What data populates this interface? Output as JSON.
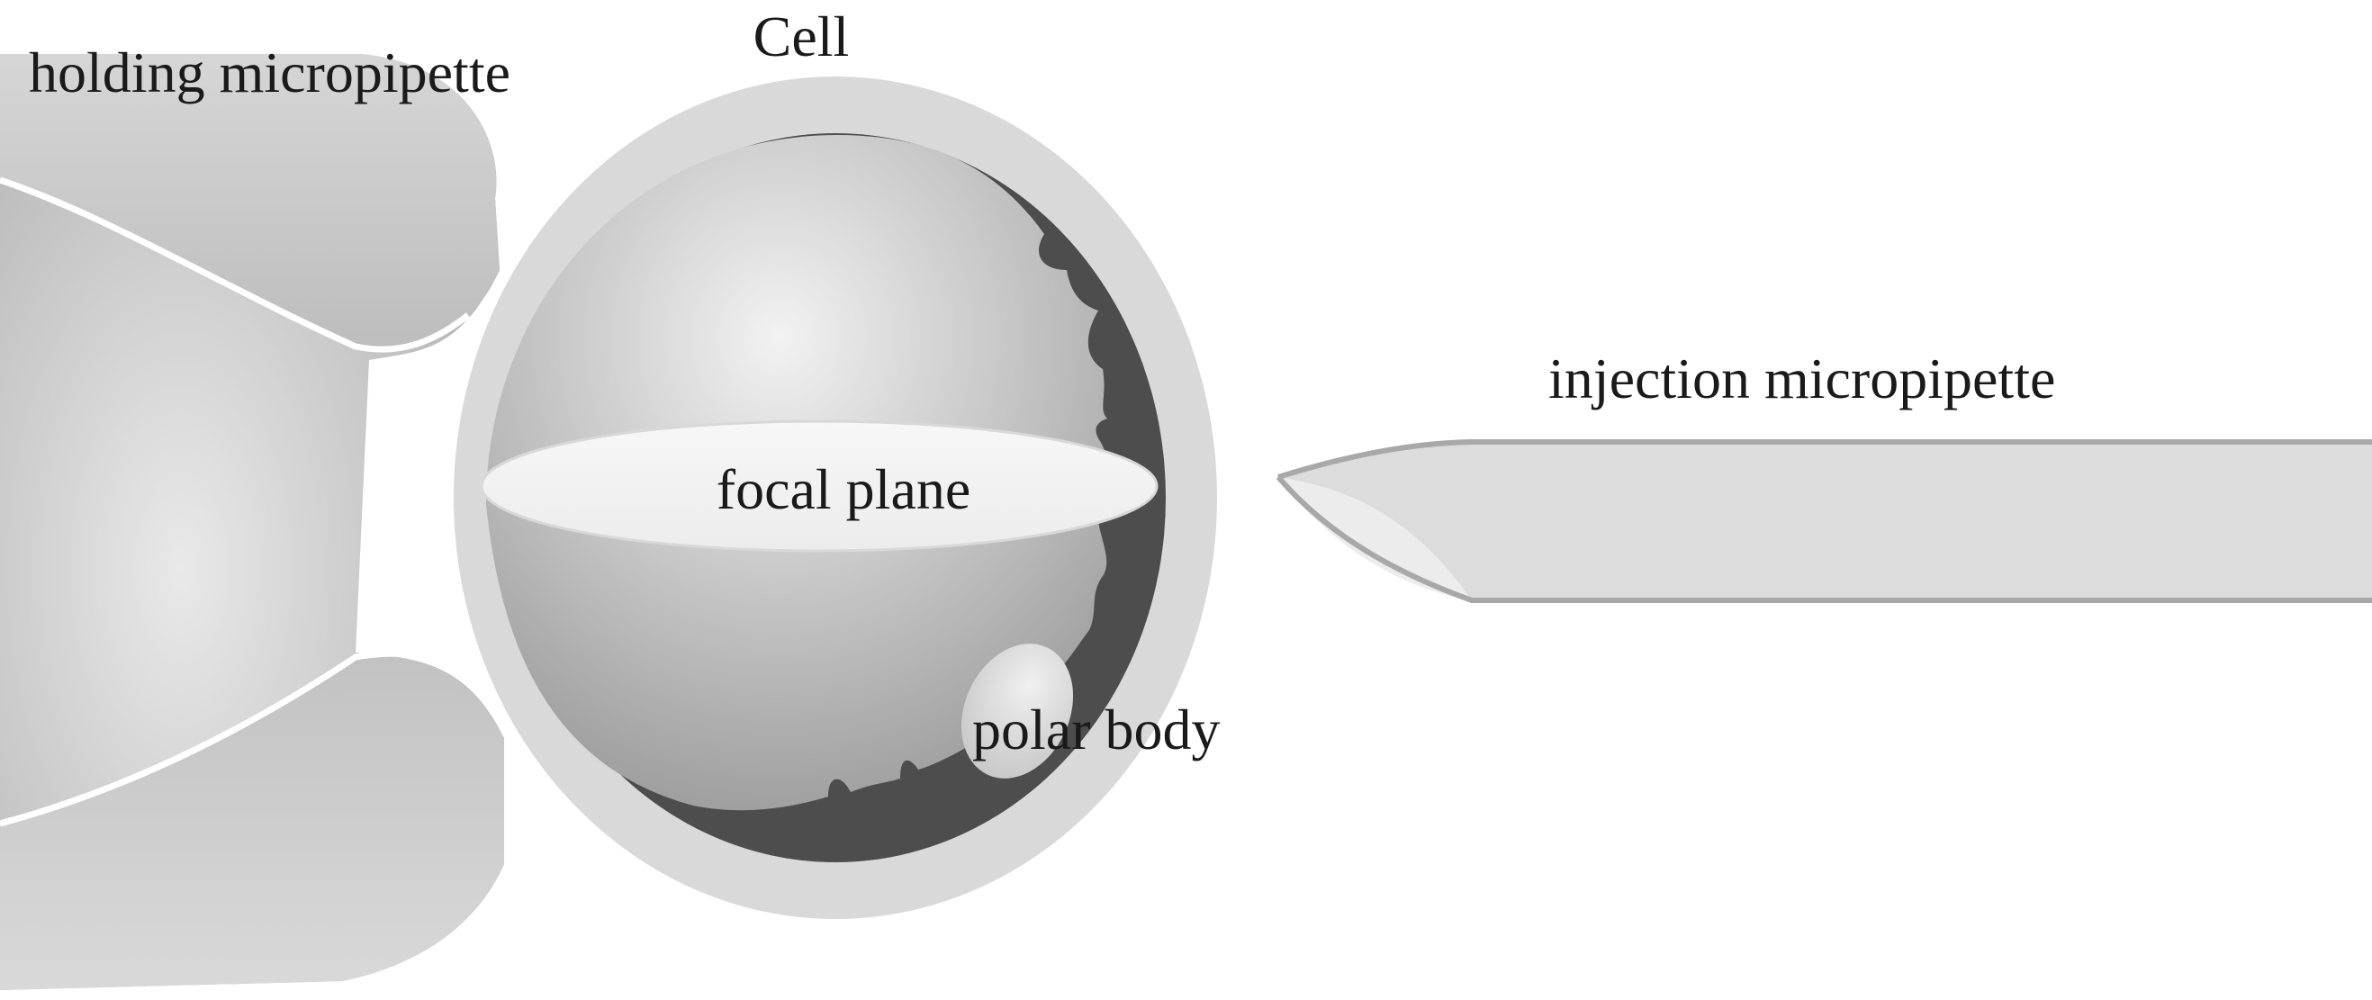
{
  "labels": {
    "cell": "Cell",
    "holding": "holding micropipette",
    "injection": "injection micropipette",
    "focal_plane": "focal plane",
    "polar_body": "polar body"
  },
  "colors": {
    "background": "#ffffff",
    "zona": "#d9d9d9",
    "perivitelline": "#4d4d4d",
    "cytoplasm_light": "#ececec",
    "cytoplasm_dark": "#9e9e9e",
    "pipette_light": "#e6e6e6",
    "pipette_dark": "#b0b0b0",
    "injection_body": "#dcdcdc",
    "injection_edge": "#a8a8a8",
    "focal_plane": "#f4f4f4"
  }
}
